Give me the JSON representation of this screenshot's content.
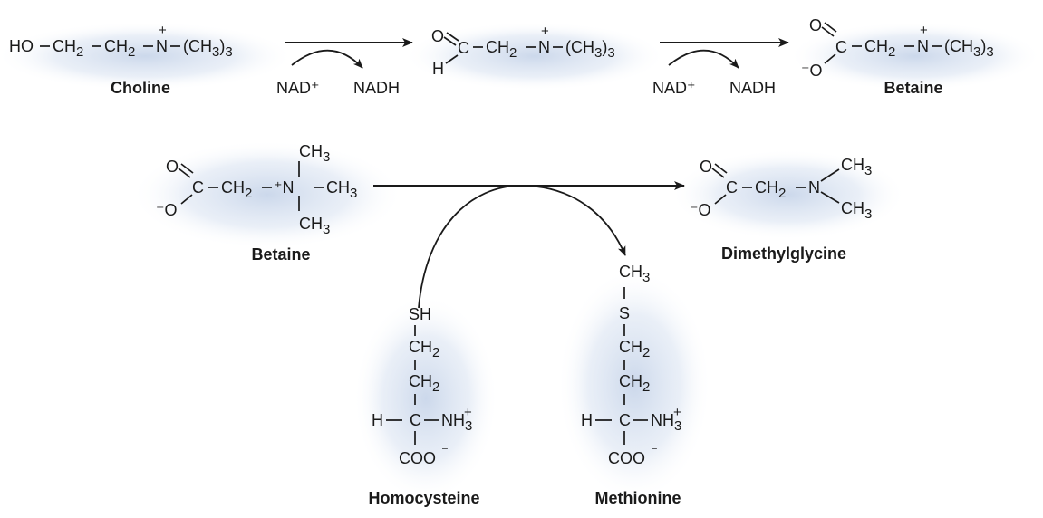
{
  "colors": {
    "halo": "#c9d6ea",
    "ink": "#1a1a1a",
    "background": "#ffffff"
  },
  "labels": {
    "choline": "Choline",
    "betaine_top": "Betaine",
    "betaine_mid": "Betaine",
    "dimethylglycine": "Dimethylglycine",
    "homocysteine": "Homocysteine",
    "methionine": "Methionine"
  },
  "cofactors": {
    "step1_in": "NAD⁺",
    "step1_out": "NADH",
    "step2_in": "NAD⁺",
    "step2_out": "NADH"
  },
  "atoms": {
    "ho": "HO",
    "ch2": "CH",
    "sub2": "2",
    "sub3": "3",
    "n": "N",
    "n_plus": "+",
    "plus_n": "⁺N",
    "trimethyl": "(CH",
    "close": ")",
    "o": "O",
    "o_minus": "⁻O",
    "c": "C",
    "h": "H",
    "ch3": "CH",
    "sh": "SH",
    "s": "S",
    "nh3": "NH",
    "nh3_charge": "+",
    "coo": "COO",
    "coo_charge": "⁻",
    "dash": "–"
  }
}
